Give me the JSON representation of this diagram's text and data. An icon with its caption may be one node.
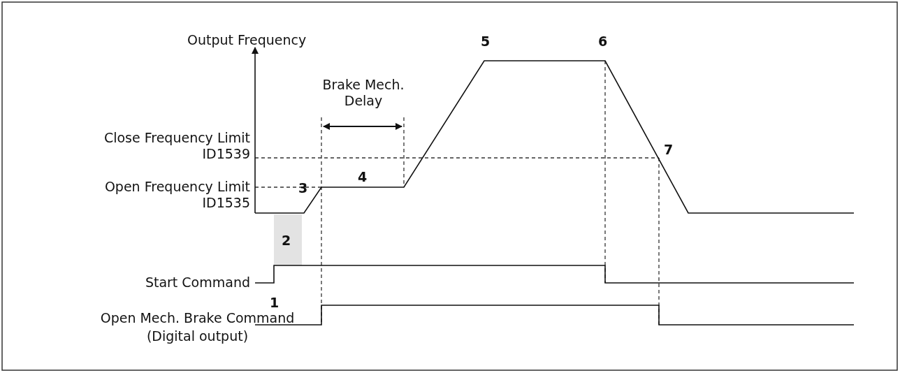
{
  "diagram": {
    "labels": [
      "Output Frequency",
      "5",
      "6",
      "Brake Mech. Delay",
      "Close Frequency Limit ID1539",
      "7",
      "4",
      "Open Frequency Limit ID1535",
      "3",
      "2",
      "Start Command",
      "1",
      "Open Mech. Brake Command (Digital output)"
    ]
  }
}
